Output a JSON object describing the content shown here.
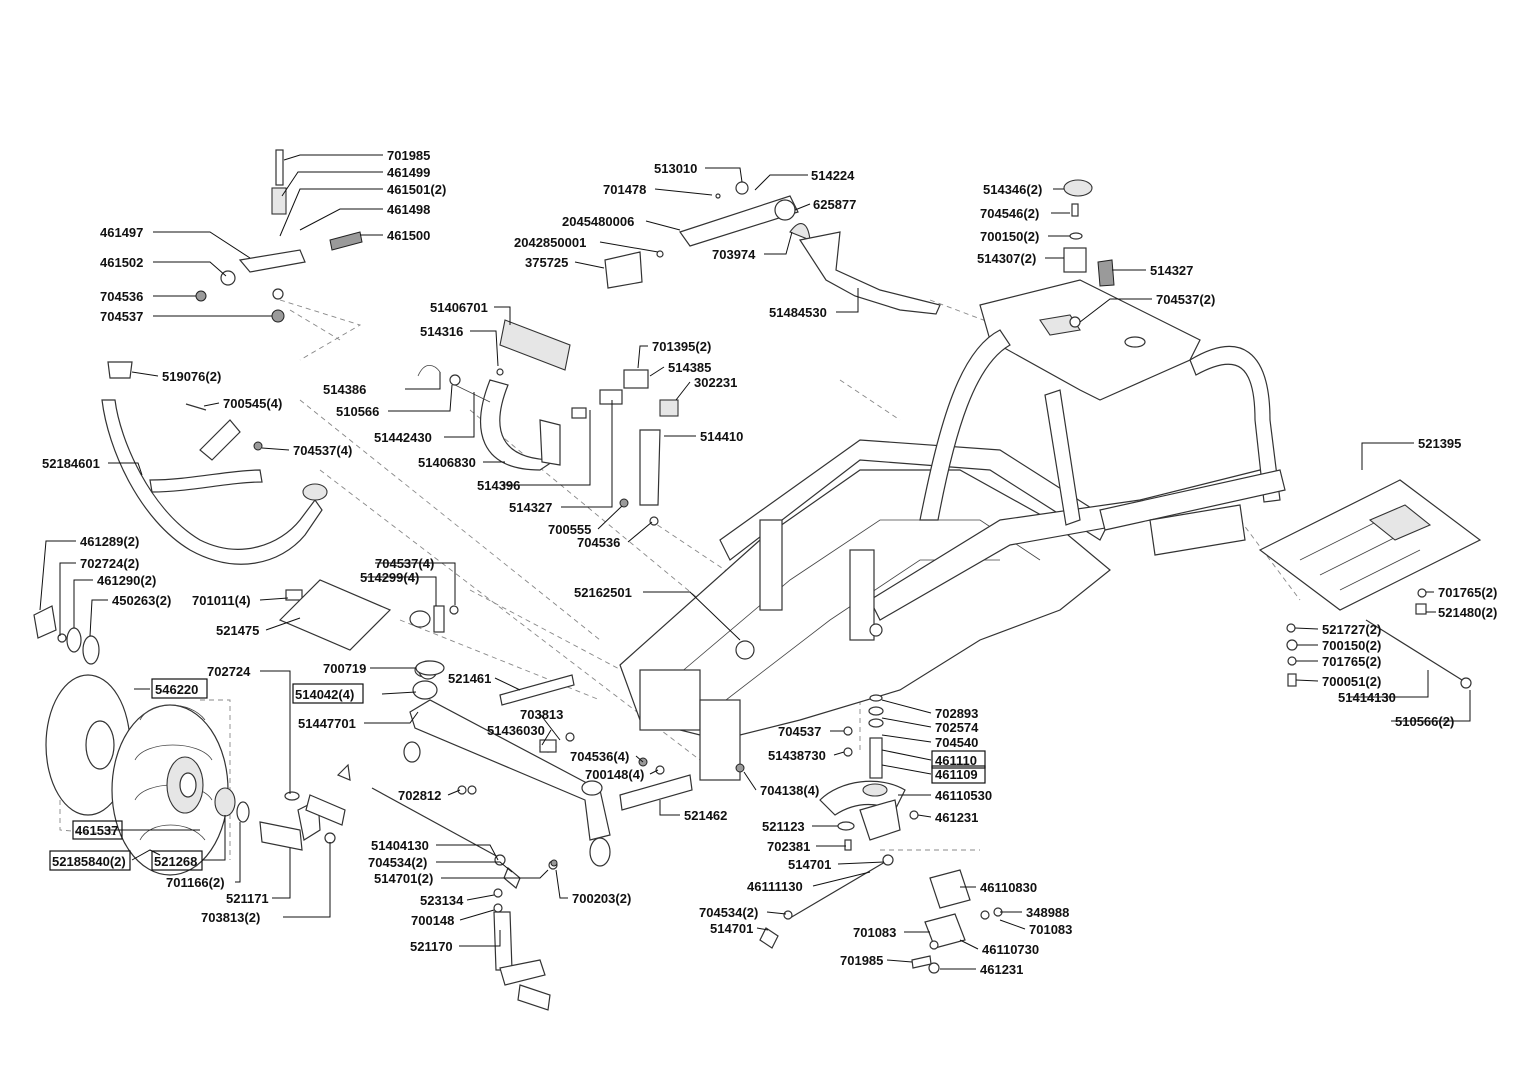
{
  "labels": [
    "701985",
    "461499",
    "461501(2)",
    "461498",
    "461497",
    "461500",
    "461502",
    "704536",
    "704537",
    "513010",
    "701478",
    "514224",
    "2045480006",
    "625877",
    "2042850001",
    "703974",
    "375725",
    "51484530",
    "514346(2)",
    "704546(2)",
    "700150(2)",
    "514307(2)",
    "514327",
    "704537(2)",
    "51406701",
    "514316",
    "701395(2)",
    "514386",
    "514385",
    "510566",
    "302231",
    "51442430",
    "514410",
    "51406830",
    "514396",
    "514327",
    "700555",
    "704536",
    "519076(2)",
    "700545(4)",
    "704537(4)",
    "52184601",
    "521395",
    "701765(2)",
    "521480(2)",
    "521727(2)",
    "700150(2)",
    "701765(2)",
    "700051(2)",
    "51414130",
    "510566(2)",
    "461289(2)",
    "702724(2)",
    "461290(2)",
    "450263(2)",
    "704537(4)",
    "514299(4)",
    "701011(4)",
    "521475",
    "52162501",
    "702724",
    "546220",
    "514042(4)",
    "700719",
    "51447701",
    "521461",
    "703813",
    "51436030",
    "461537",
    "52185840(2)",
    "521268",
    "701166(2)",
    "521171",
    "703813(2)",
    "704536(4)",
    "700148(4)",
    "702812",
    "521462",
    "704537",
    "51438730",
    "702893",
    "702574",
    "704540",
    "461110",
    "461109",
    "704138(4)",
    "46110530",
    "521123",
    "461231",
    "702381",
    "514701",
    "51404130",
    "704534(2)",
    "514701(2)",
    "700203(2)",
    "523134",
    "700148",
    "521170",
    "46111130",
    "46110830",
    "704534(2)",
    "514701",
    "348988",
    "701083",
    "701083",
    "46110730",
    "701985",
    "461231"
  ]
}
